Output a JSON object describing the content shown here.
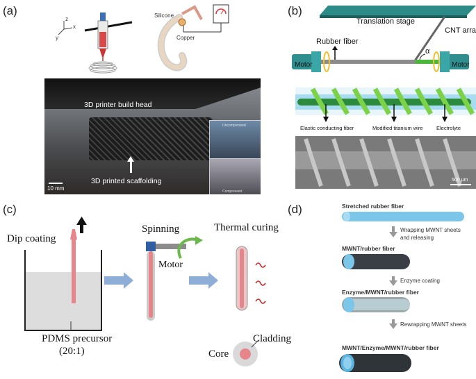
{
  "panels": {
    "a": {
      "label": "(a)",
      "silicone": "Silicone",
      "copper": "Copper",
      "axis_z": "z",
      "axis_x": "x",
      "axis_y": "y",
      "build_head": "3D printer build head",
      "scaffolding": "3D printed scaffolding",
      "scale": "10 mm",
      "inset_text_1": "Uncompressed",
      "inset_text_2": "Compressed"
    },
    "b": {
      "label": "(b)",
      "translation_stage": "Translation stage",
      "cnt_array": "CNT array",
      "rubber_fiber": "Rubber fiber",
      "alpha": "α",
      "motor_left": "Motor",
      "motor_right": "Motor",
      "elastic": "Elastic conducting fiber",
      "titanium": "Modified titanium wire",
      "electrolyte": "Electrolyte",
      "scale": "500 μm"
    },
    "c": {
      "label": "(c)",
      "dip": "Dip coating",
      "spinning": "Spinning",
      "motor": "Motor",
      "thermal": "Thermal curing",
      "pdms": "PDMS precursor",
      "ratio": "(20:1)",
      "cladding": "Cladding",
      "core": "Core"
    },
    "d": {
      "label": "(d)",
      "step1": "Stretched rubber fiber",
      "arrow1_line1": "Wrapping MWNT sheets",
      "arrow1_line2": "and releasing",
      "step2": "MWNT/rubber fiber",
      "arrow2": "Enzyme coating",
      "step3": "Enzyme/MWNT/rubber fiber",
      "arrow3": "Rewrapping MWNT sheets",
      "step4": "MWNT/Enzyme/MWNT/rubber fiber"
    }
  },
  "colors": {
    "fiber_blue": "#7cc6ea",
    "mwnt_dark": "#3a3f45",
    "core_pink": "#e6868a",
    "flow_arrow": "#8eaed8",
    "green_wire": "#66c43a",
    "teal_motor": "#2f8f8f"
  }
}
